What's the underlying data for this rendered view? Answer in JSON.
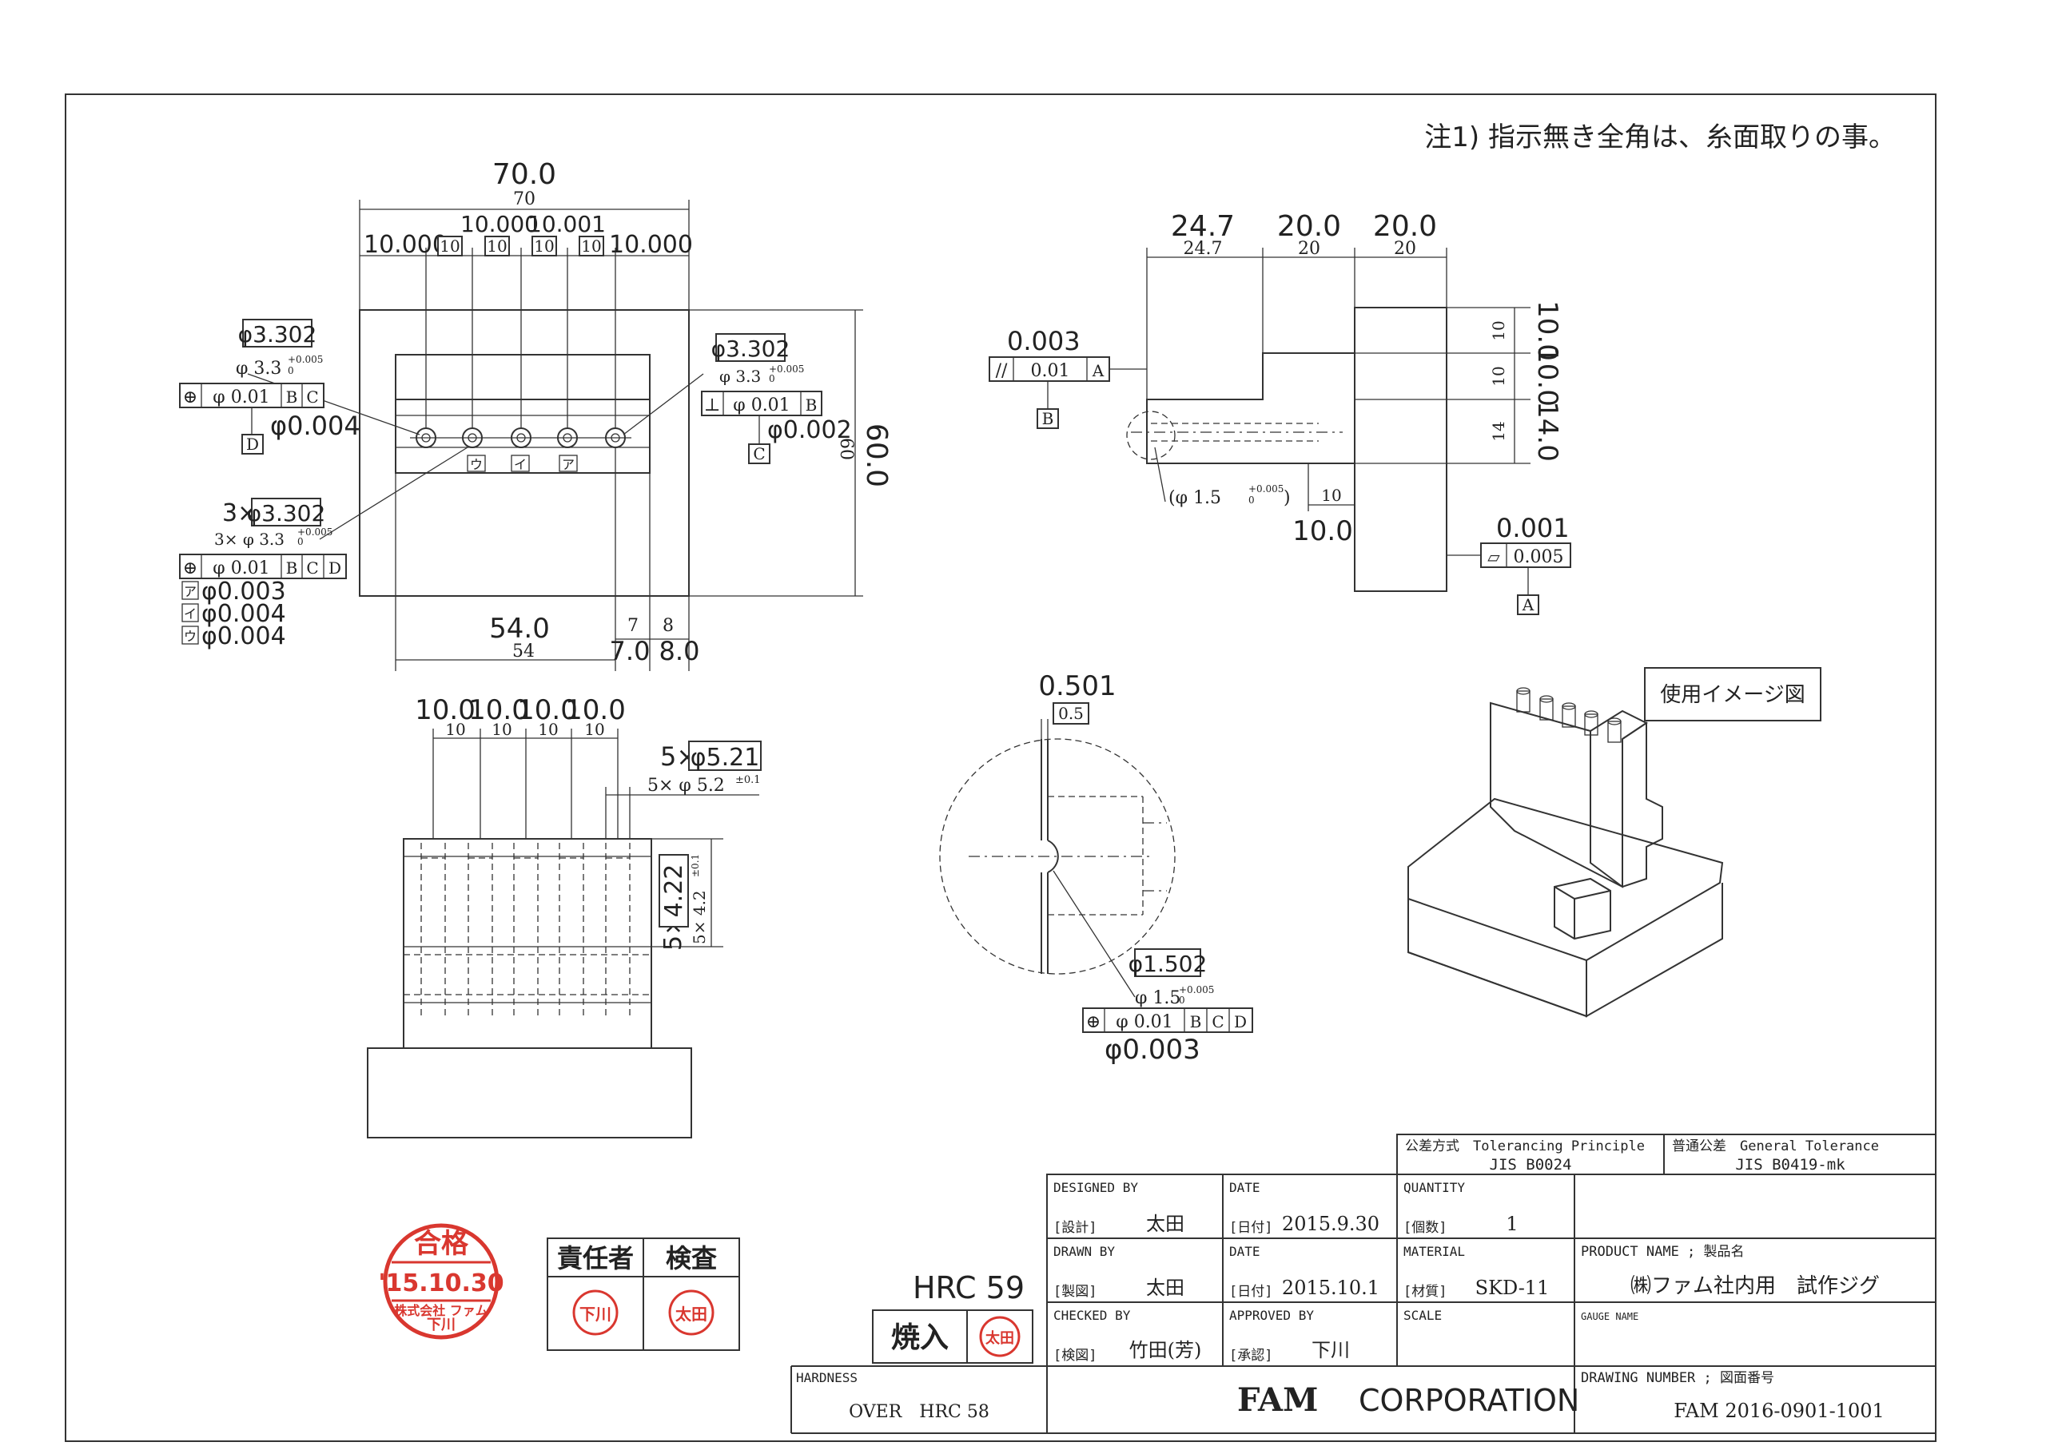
{
  "note": "注1) 指示無き全角は、糸面取りの事。",
  "front_view": {
    "overall_width_hand": "70.0",
    "overall_width": "70",
    "dim_left": "10.000",
    "dim_mid1": "10.000",
    "dim_mid2": "10.001",
    "dim_right": "10.000",
    "pitch": "10",
    "height_hand": "60.0",
    "height": "60",
    "bottom_len_hand": "54.0",
    "bottom_len": "54",
    "d7": "7",
    "d7_hand": "7.0",
    "d8": "8",
    "d8_hand": "8.0",
    "hole_left_box": "φ3.302",
    "hole_left_dim": "φ 3.3",
    "hole_tol": "+0.005",
    "hole_tol0": "0",
    "fcf_left": [
      "⊕",
      "φ 0.01",
      "B",
      "C"
    ],
    "left_datum": "D",
    "left_hand": "φ0.004",
    "hole_right_box": "φ3.302",
    "hole_right_dim": "φ 3.3",
    "fcf_right": [
      "⊥",
      "φ 0.01",
      "B"
    ],
    "right_datum": "C",
    "right_hand": "φ0.002",
    "multi_prefix": "3×",
    "multi_box": "φ3.302",
    "multi_dim": "3× φ 3.3",
    "fcf_multi": [
      "⊕",
      "φ 0.01",
      "B",
      "C",
      "D"
    ],
    "marks": [
      {
        "k": "ア",
        "v": "φ0.003"
      },
      {
        "k": "イ",
        "v": "φ0.004"
      },
      {
        "k": "ウ",
        "v": "φ0.004"
      }
    ]
  },
  "side_view": {
    "d247_hand": "24.7",
    "d247": "24.7",
    "d20a_hand": "20.0",
    "d20a": "20",
    "d20b_hand": "20.0",
    "d20b": "20",
    "par_hand": "0.003",
    "fcf_par": [
      "//",
      "0.01",
      "A"
    ],
    "datum_b": "B",
    "v10a": "10",
    "v10a_hand": "10.0",
    "v10b": "10",
    "v10b_hand": "10.0",
    "v14": "14",
    "v14_hand": "14.0",
    "hole_dim": "(φ 1.5",
    "hole_dim_tol": "+0.005",
    "hole_dim_tol0": "0",
    "hole_dim_close": ")",
    "h10": "10",
    "h10_hand": "10.0",
    "flat_hand": "0.001",
    "fcf_flat": [
      "▱",
      "0.005"
    ],
    "datum_a": "A"
  },
  "bottom_view": {
    "p_hand": [
      "10.0",
      "10.0",
      "10.0",
      "10.0"
    ],
    "p": [
      "10",
      "10",
      "10",
      "10"
    ],
    "hole_prefix": "5×",
    "hole_box": "φ5.21",
    "hole_dim": "5× φ 5.2",
    "hole_tol": "±0.1",
    "depth_prefix": "5×",
    "depth_box": "4.22",
    "depth_dim": "5× 4.2",
    "depth_tol": "±0.1"
  },
  "detail_view": {
    "gap_hand": "0.501",
    "gap": "0.5",
    "hole_box": "φ1.502",
    "hole_dim": "φ 1.5",
    "hole_tol": "+0.005",
    "hole_tol0": "0",
    "fcf": [
      "⊕",
      "φ 0.01",
      "B",
      "C",
      "D"
    ],
    "hand": "φ0.003"
  },
  "iso_label": "使用イメージ図",
  "stamp_pass": {
    "title": "合格",
    "date": "'15.10.30",
    "company": "株式会社 ファム",
    "name": "下川"
  },
  "approval_box": {
    "h1": "責任者",
    "h2": "検査",
    "seal1": "下川",
    "seal2": "太田"
  },
  "hrc_hand": "HRC 59",
  "yakiire": "焼入",
  "yakiire_seal": "太田",
  "title_block": {
    "tol_principle_label": "公差方式　Tolerancing Principle",
    "tol_principle": "JIS B0024",
    "gen_tol_label": "普通公差　General Tolerance",
    "gen_tol": "JIS B0419-mk",
    "designed_by_label": "DESIGNED BY",
    "designed_jp": "[設計]",
    "designed_name": "太田",
    "date1_label": "DATE",
    "date1_jp": "[日付]",
    "date1": "2015.9.30",
    "quantity_label": "QUANTITY",
    "quantity_jp": "[個数]",
    "quantity": "1",
    "drawn_by_label": "DRAWN BY",
    "drawn_jp": "[製図]",
    "drawn_name": "太田",
    "date2_label": "DATE",
    "date2_jp": "[日付]",
    "date2": "2015.10.1",
    "material_label": "MATERIAL",
    "material_jp": "[材質]",
    "material": "SKD-11",
    "product_label": "PRODUCT NAME ; 製品名",
    "product": "㈱ファム社内用　試作ジグ",
    "checked_label": "CHECKED BY",
    "checked_jp": "[検図]",
    "checked_name": "竹田(芳)",
    "approved_label": "APPROVED BY",
    "approved_jp": "[承認]",
    "approved_name": "下川",
    "scale_label": "SCALE",
    "gauge_label": "GAUGE NAME",
    "hardness_label": "HARDNESS",
    "hardness": "OVER　HRC 58",
    "company_bold": "FAM",
    "company_rest": "CORPORATION",
    "drawing_no_label": "DRAWING NUMBER ; 図面番号",
    "drawing_no": "FAM 2016-0901-1001"
  }
}
